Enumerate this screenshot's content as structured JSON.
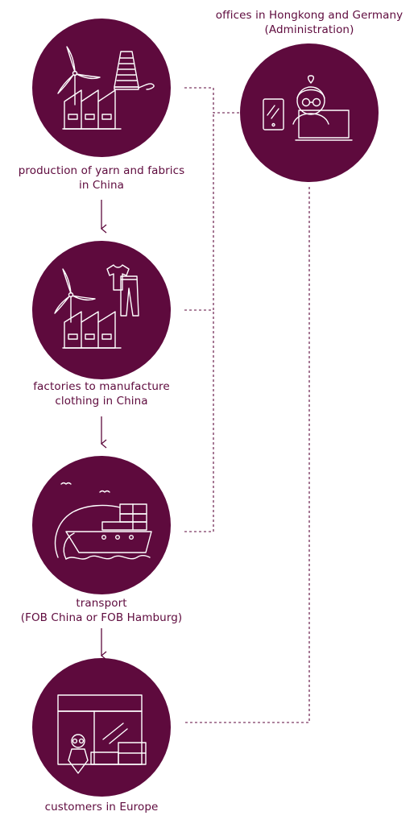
{
  "colors": {
    "circle_fill": "#5e0a3d",
    "icon_stroke": "#ffffff",
    "connector": "#5e0a3d",
    "label_text": "#5e0a3d",
    "background": "#ffffff"
  },
  "nodes": [
    {
      "id": "production",
      "icon": "windmill-factory-yarn-icon",
      "label_lines": [
        "production of yarn and fabrics",
        "in China"
      ]
    },
    {
      "id": "factories",
      "icon": "windmill-factory-clothing-icon",
      "label_lines": [
        "factories to manufacture",
        "clothing in China"
      ]
    },
    {
      "id": "transport",
      "icon": "cargo-ship-icon",
      "label_lines": [
        "transport",
        "(FOB China or FOB Hamburg)"
      ]
    },
    {
      "id": "customers",
      "icon": "storefront-customer-icon",
      "label_lines": [
        "customers in Europe"
      ]
    }
  ],
  "offices": {
    "icon": "office-worker-laptop-icon",
    "label_lines": [
      "offices in Hongkong and Germany",
      "(Administration)"
    ]
  }
}
